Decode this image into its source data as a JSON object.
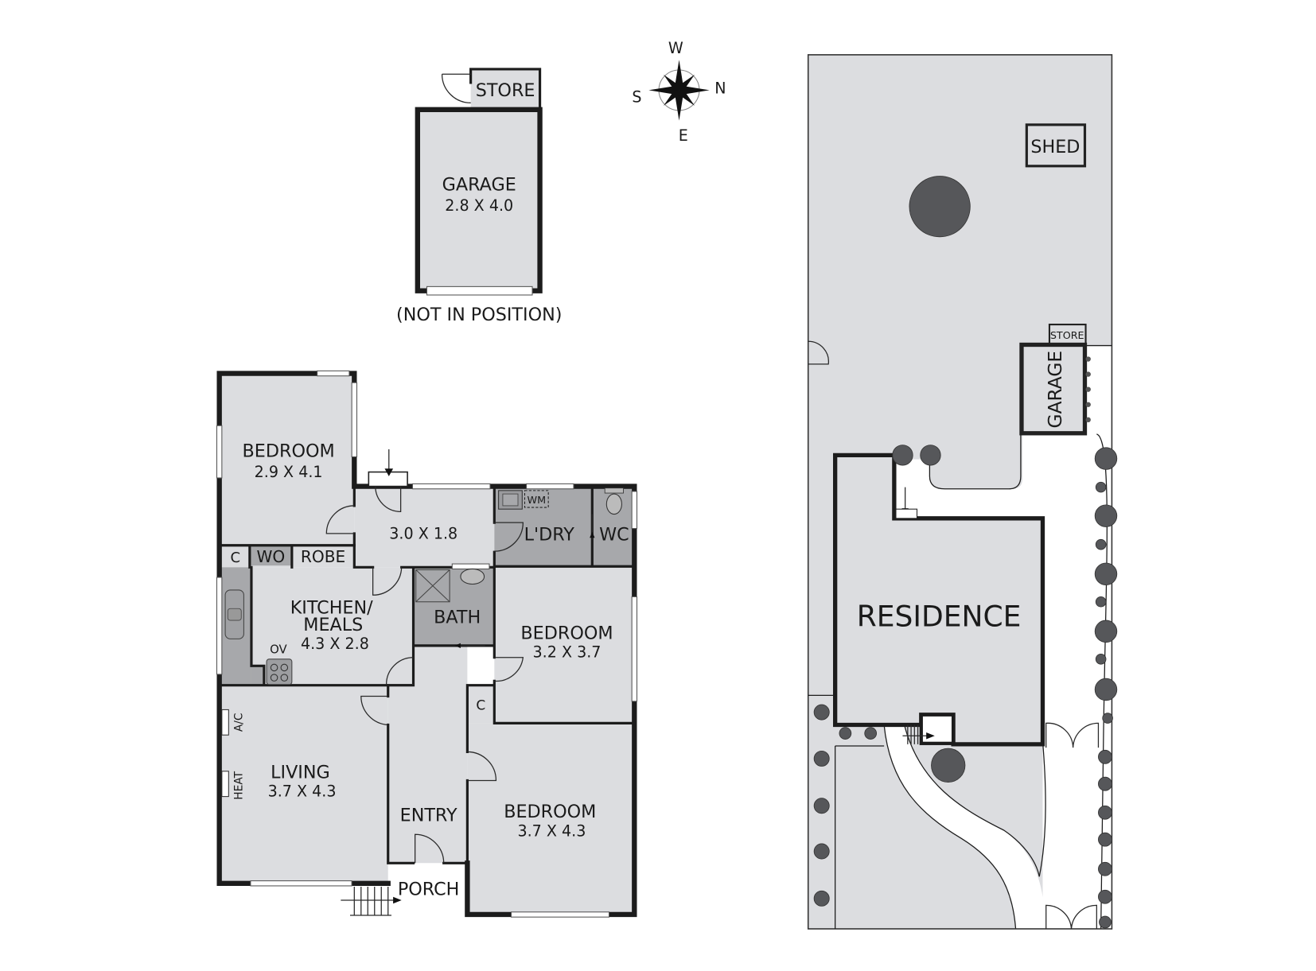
{
  "compass": {
    "north": "N",
    "south": "S",
    "east": "E",
    "west": "W"
  },
  "outbuilding": {
    "store_label": "STORE",
    "garage_label": "GARAGE",
    "garage_dims": "2.8 X 4.0",
    "note": "(NOT IN POSITION)"
  },
  "floor_plan": {
    "rooms": [
      {
        "id": "bedroom1",
        "label": "BEDROOM",
        "dims": "2.9 X 4.1"
      },
      {
        "id": "hall",
        "label": "",
        "dims": "3.0 X 1.8"
      },
      {
        "id": "laundry",
        "label": "L'DRY",
        "dims": ""
      },
      {
        "id": "wc",
        "label": "WC",
        "dims": ""
      },
      {
        "id": "kitchen",
        "label": "KITCHEN/",
        "label2": "MEALS",
        "dims": "4.3 X 2.8"
      },
      {
        "id": "bath",
        "label": "BATH",
        "dims": ""
      },
      {
        "id": "bedroom2",
        "label": "BEDROOM",
        "dims": "3.2 X 3.7"
      },
      {
        "id": "living",
        "label": "LIVING",
        "dims": "3.7 X 4.3"
      },
      {
        "id": "entry",
        "label": "ENTRY",
        "dims": ""
      },
      {
        "id": "bedroom3",
        "label": "BEDROOM",
        "dims": "3.7 X 4.3"
      },
      {
        "id": "porch",
        "label": "PORCH",
        "dims": ""
      }
    ],
    "fixtures": {
      "cupboard": "C",
      "walk_in_robe": "WO",
      "robe": "ROBE",
      "oven": "OV",
      "washing_machine": "WM",
      "air_conditioner": "A/C",
      "heater": "HEAT",
      "entry_cupboard": "C"
    }
  },
  "site_plan": {
    "shed_label": "SHED",
    "store_label": "STORE",
    "garage_label": "GARAGE",
    "residence_label": "RESIDENCE"
  }
}
